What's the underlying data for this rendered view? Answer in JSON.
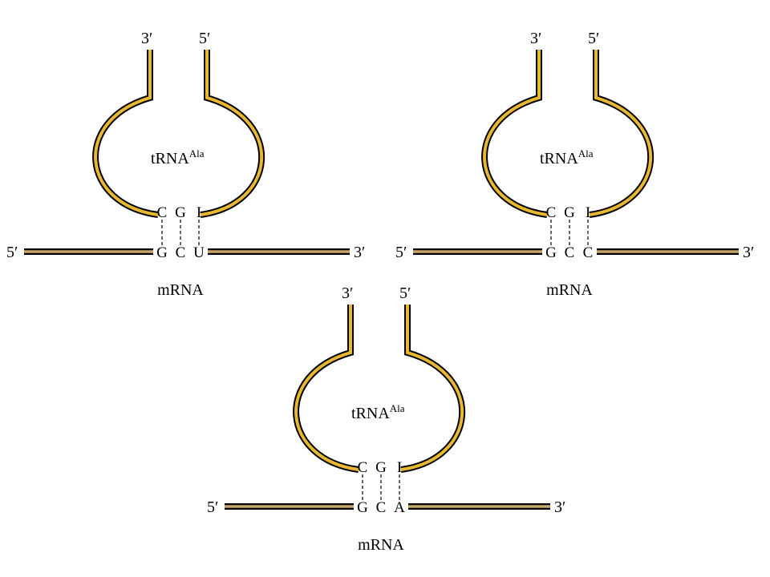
{
  "colors": {
    "strand_fill": "#E8B830",
    "mrna_fill": "#C9A56A",
    "outline": "#000000",
    "background": "#ffffff"
  },
  "panels": [
    {
      "trna": {
        "name": "tRNA",
        "superscript": "Ala",
        "end_left": "3′",
        "end_right": "5′"
      },
      "anticodon": [
        "C",
        "G",
        "I"
      ],
      "codon": [
        "G",
        "C",
        "U"
      ],
      "mrna": {
        "end_left": "5′",
        "end_right": "3′",
        "label": "mRNA"
      }
    },
    {
      "trna": {
        "name": "tRNA",
        "superscript": "Ala",
        "end_left": "3′",
        "end_right": "5′"
      },
      "anticodon": [
        "C",
        "G",
        "I"
      ],
      "codon": [
        "G",
        "C",
        "C"
      ],
      "mrna": {
        "end_left": "5′",
        "end_right": "3′",
        "label": "mRNA"
      }
    },
    {
      "trna": {
        "name": "tRNA",
        "superscript": "Ala",
        "end_left": "3′",
        "end_right": "5′"
      },
      "anticodon": [
        "C",
        "G",
        "I"
      ],
      "codon": [
        "G",
        "C",
        "A"
      ],
      "mrna": {
        "end_left": "5′",
        "end_right": "3′",
        "label": "mRNA"
      }
    }
  ]
}
